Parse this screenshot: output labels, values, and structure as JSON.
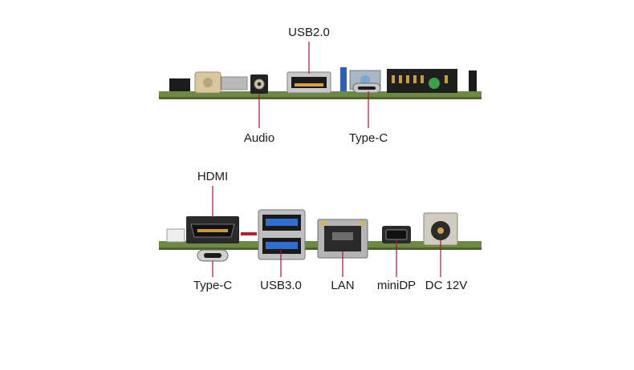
{
  "labels": {
    "usb20": "USB2.0",
    "audio": "Audio",
    "typec_top": "Type-C",
    "hdmi": "HDMI",
    "typec_bottom": "Type-C",
    "usb30": "USB3.0",
    "lan": "LAN",
    "minidp": "miniDP",
    "dc": "DC 12V"
  },
  "colors": {
    "leader_line": "#a8123a",
    "pcb_green": "#5e7a3a",
    "usb3_blue": "#2e6fd1"
  }
}
